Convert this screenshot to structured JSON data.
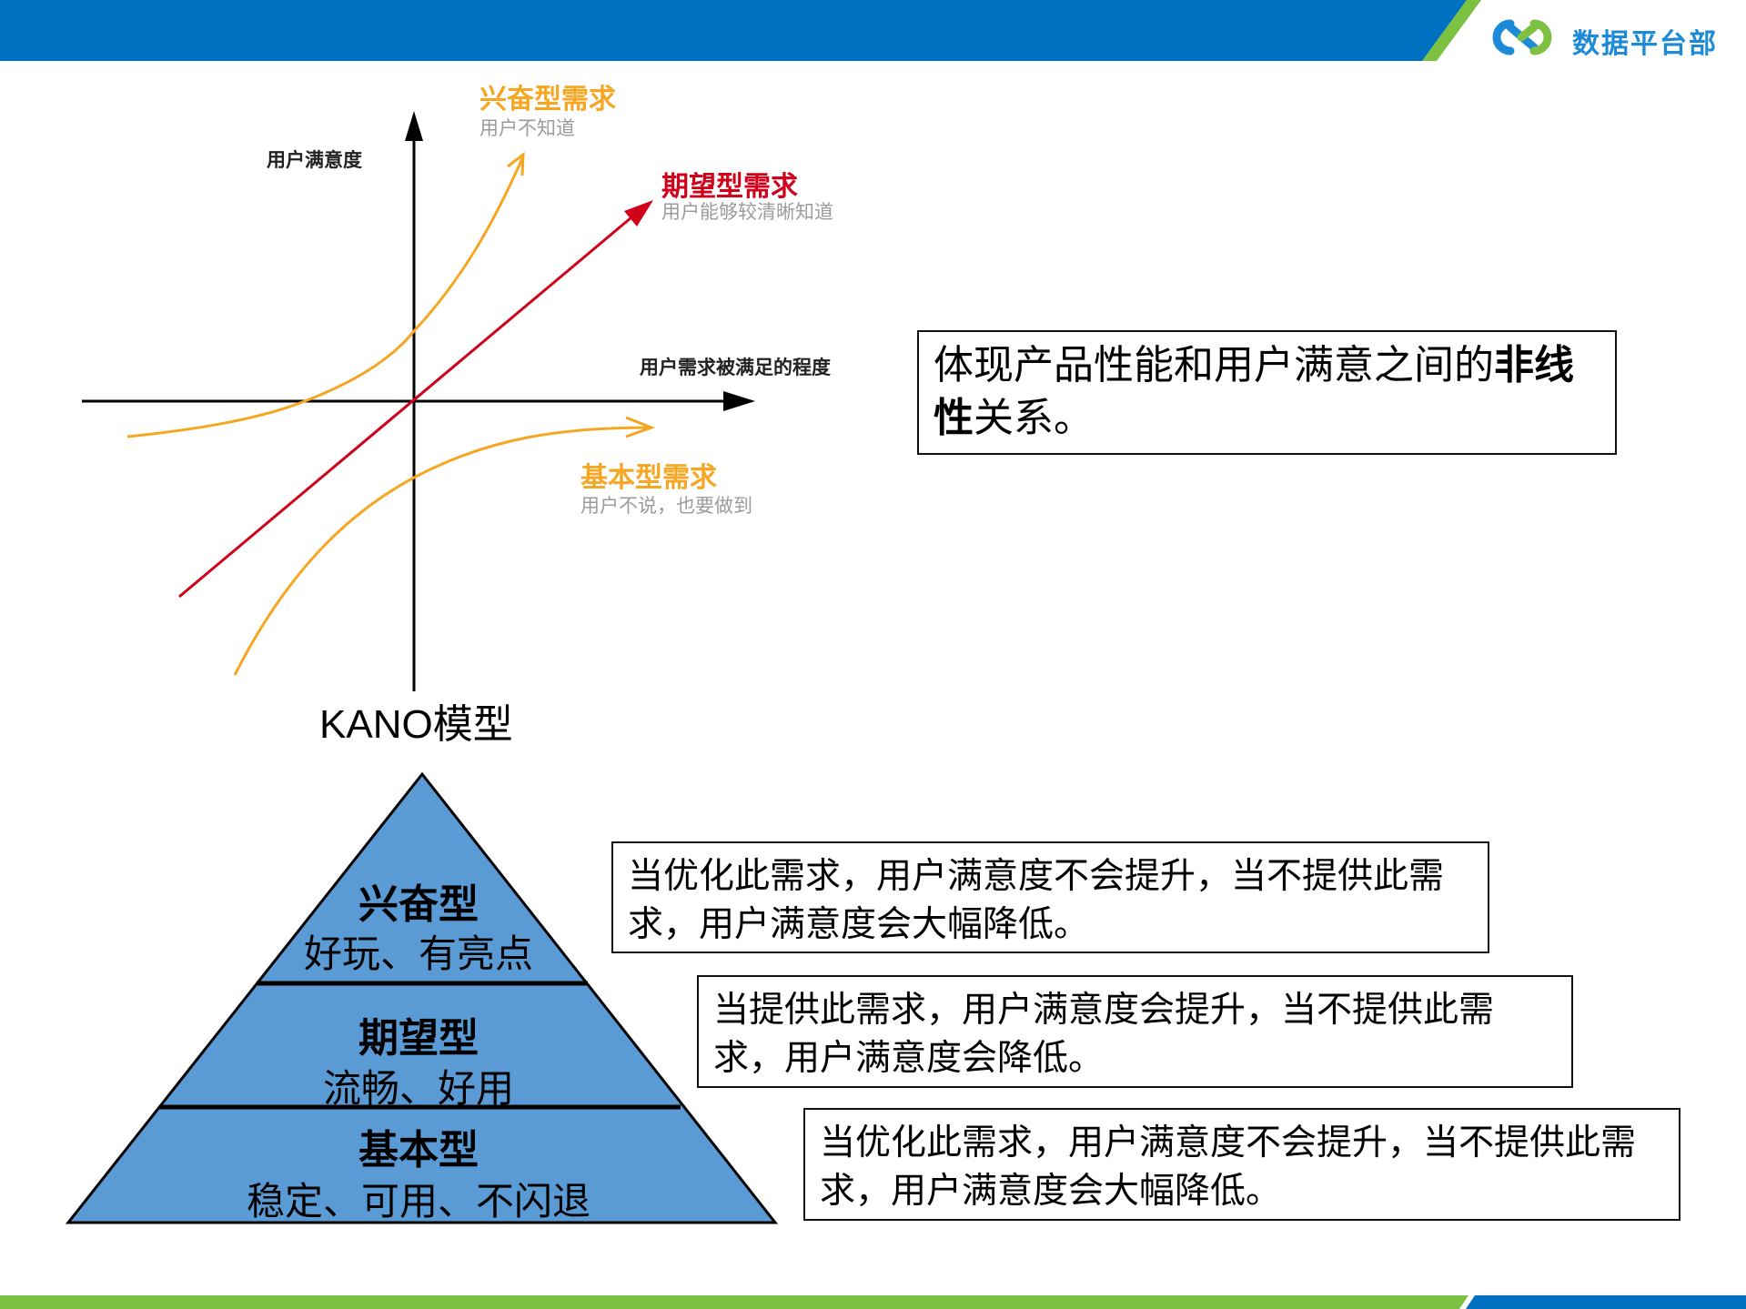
{
  "header": {
    "logo_text": "数据平台部",
    "logo_icon": "infinity-loop-icon",
    "colors": {
      "bar_blue": "#0070c0",
      "stripe_green": "#7cc142",
      "logo_blue": "#1c8ad6",
      "logo_green": "#7cc142"
    }
  },
  "kano_chart": {
    "title": "KANO模型",
    "y_axis_label": "用户满意度",
    "x_axis_label": "用户需求被满足的程度",
    "curves": [
      {
        "name": "兴奋型需求",
        "description": "用户不知道",
        "color": "#f5a623",
        "shape": "exponential-up"
      },
      {
        "name": "期望型需求",
        "description": "用户能够较清晰知道",
        "color": "#d0021b",
        "shape": "linear"
      },
      {
        "name": "基本型需求",
        "description": "用户不说，也要做到",
        "color": "#f5a623",
        "shape": "saturating"
      }
    ]
  },
  "chart_data": {
    "type": "line",
    "title": "KANO模型",
    "xlabel": "用户需求被满足的程度",
    "ylabel": "用户满意度",
    "series": [
      {
        "name": "兴奋型需求",
        "annotation": "用户不知道",
        "trend": "slow then sharply increasing"
      },
      {
        "name": "期望型需求",
        "annotation": "用户能够较清晰知道",
        "trend": "linear increasing through origin"
      },
      {
        "name": "基本型需求",
        "annotation": "用户不说，也要做到",
        "trend": "sharply increasing then flattening below zero"
      }
    ],
    "grid": false,
    "legend": "inline annotations"
  },
  "summary_box": {
    "text_normal_1": "体现产品性能和用户满意之间的",
    "text_bold": "非线性",
    "text_normal_2": "关系。"
  },
  "pyramid": {
    "fill_color": "#5b9bd5",
    "levels": [
      {
        "title": "兴奋型",
        "subtitle": "好玩、有亮点",
        "note": "当优化此需求，用户满意度不会提升，当不提供此需求，用户满意度会大幅降低。"
      },
      {
        "title": "期望型",
        "subtitle": "流畅、好用",
        "note": "当提供此需求，用户满意度会提升，当不提供此需求，用户满意度会降低。"
      },
      {
        "title": "基本型",
        "subtitle": "稳定、可用、不闪退",
        "note": "当优化此需求，用户满意度不会提升，当不提供此需求，用户满意度会大幅降低。"
      }
    ]
  }
}
